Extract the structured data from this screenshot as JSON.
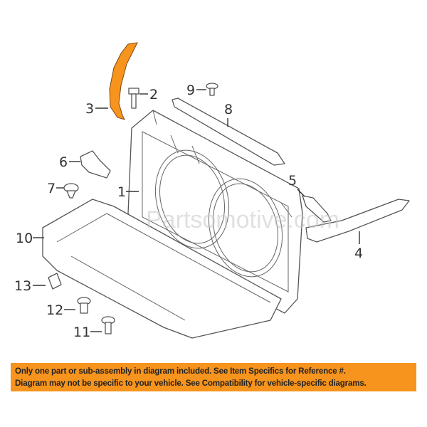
{
  "diagram": {
    "watermark": "Partsomotive.com",
    "highlight_color": "#f7941d",
    "callouts": [
      "1",
      "2",
      "3",
      "4",
      "5",
      "6",
      "7",
      "8",
      "9",
      "10",
      "11",
      "12",
      "13"
    ],
    "highlighted_part": "3"
  },
  "banner": {
    "line1": "Only one part or sub-assembly in diagram included. See Item Specifics for Reference #.",
    "line2": "Diagram may not be specific to your vehicle. See Compatibility for vehicle-specific diagrams.",
    "color": "#f7941d"
  }
}
